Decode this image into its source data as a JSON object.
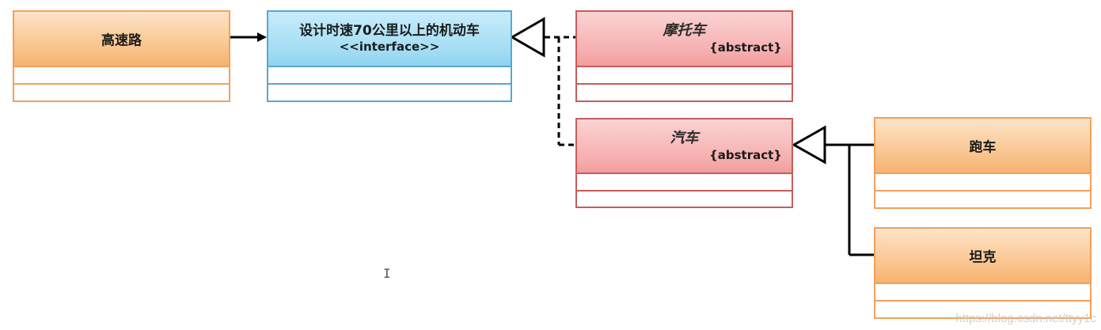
{
  "classes": {
    "highway": {
      "title": "高速路"
    },
    "vehicle_interface": {
      "title": "设计时速70公里以上的机动车",
      "stereotype": "<<interface>>"
    },
    "motorcycle": {
      "title": "摩托车",
      "modifier": "{abstract}"
    },
    "car": {
      "title": "汽车",
      "modifier": "{abstract}"
    },
    "sports_car": {
      "title": "跑车"
    },
    "tank": {
      "title": "坦克"
    }
  },
  "relations": [
    {
      "from": "高速路",
      "to": "设计时速70公里以上的机动车",
      "type": "association"
    },
    {
      "from": "摩托车",
      "to": "设计时速70公里以上的机动车",
      "type": "realization"
    },
    {
      "from": "汽车",
      "to": "设计时速70公里以上的机动车",
      "type": "realization"
    },
    {
      "from": "跑车",
      "to": "汽车",
      "type": "generalization"
    },
    {
      "from": "坦克",
      "to": "汽车",
      "type": "generalization"
    }
  ],
  "cursor_glyph": "I",
  "watermark": "https://blog.csdn.net/ttyy1c"
}
